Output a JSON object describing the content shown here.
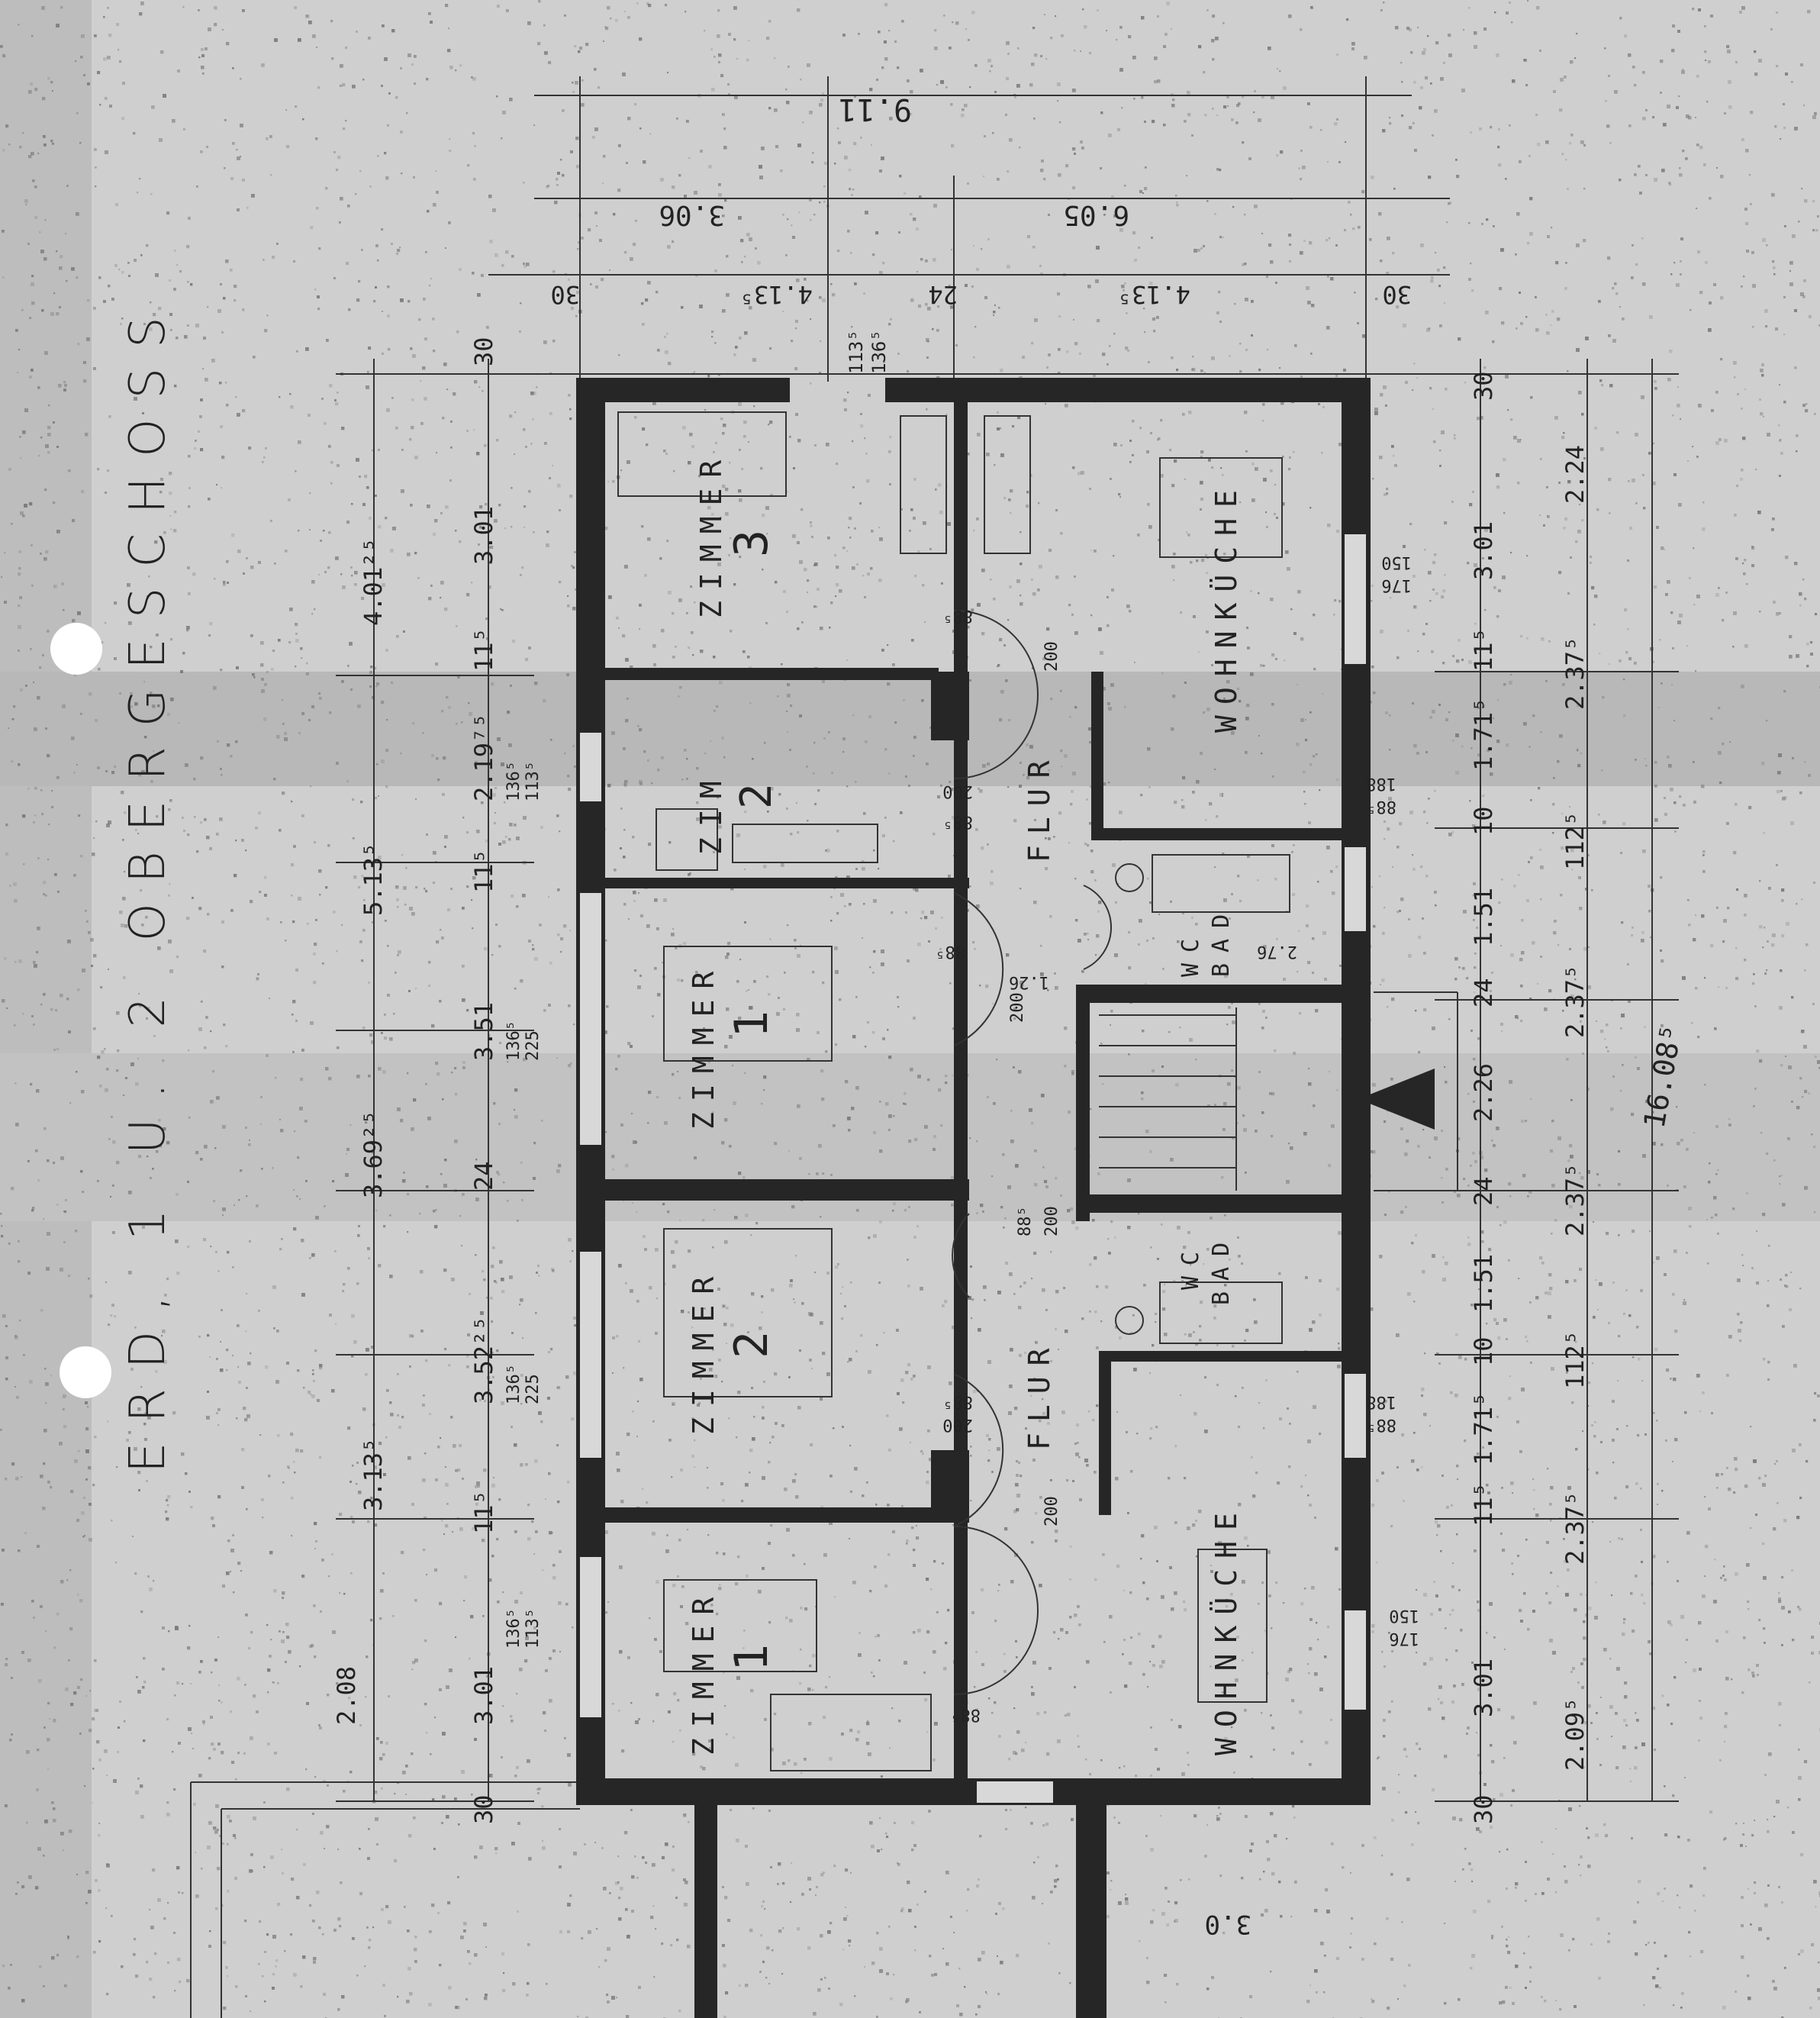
{
  "title": "ERD, 1 U. 2 OBERGESCHOSS",
  "colors": {
    "paper": "#c9c9c9",
    "ink": "#1c1c1c",
    "wall": "#262626",
    "hole": "#ffffff"
  },
  "rooms": {
    "zimmer_top": "ZIMMER",
    "zimmer_top_num": "3",
    "wohnkueche_top": "WOHNKÜCHE",
    "flur_top": "FLUR",
    "zimmer_mid1": "ZIMMER",
    "zimmer_mid1_num": "1",
    "zimmer_mid2": "ZIMMER",
    "zimmer_mid2_num": "2",
    "flur_bottom": "FLUR",
    "zimmer_bottom": "ZIMMER",
    "zimmer_bottom_num": "1",
    "wohnkueche_bottom": "WOHNKÜCHE",
    "wc_top": "WC",
    "bad_top": "BAD",
    "wc_bottom": "WC",
    "bad_bottom": "BAD",
    "small_room": "ZIM",
    "small_room_num": "2"
  },
  "dimensions": {
    "top_total": "9.11",
    "top_left": "3.06",
    "top_right": "6.05",
    "top_sub_left": "4.13⁵",
    "top_sub_right": "4.13⁵",
    "top_wall_left": "30",
    "top_wall_mid": "24",
    "top_wall_right": "30",
    "top_small_a": "113⁵",
    "top_small_b": "136⁵",
    "left_outer": [
      "4.01²⁵",
      "5.13⁵",
      "3.69²⁵",
      "3.13⁵",
      "2.08"
    ],
    "left_inner": [
      "30",
      "3.01",
      "11⁵",
      "2.19⁷⁵",
      "11⁵",
      "3.51",
      "24",
      "3.52²⁵",
      "11⁵",
      "3.01",
      "30"
    ],
    "left_inner_small": [
      "113⁵",
      "136⁵",
      "225",
      "136⁵",
      "225",
      "136⁵",
      "113⁵",
      "136⁵"
    ],
    "right_outer_total": "16.08⁵",
    "right_inner": [
      "30",
      "3.01",
      "11⁵",
      "1.71⁵",
      "10",
      "1.51",
      "24",
      "2.26",
      "24",
      "1.51",
      "10",
      "1.71⁵",
      "11⁵",
      "3.01",
      "30"
    ],
    "right_mid": [
      "2.24",
      "2.37⁵",
      "112⁵",
      "2.37⁵",
      "2.37⁵",
      "112⁵",
      "2.37⁵",
      "2.09⁵"
    ],
    "bottom_extra": "3.0",
    "door_labels": [
      "88⁵",
      "200",
      "88⁵",
      "200",
      "88⁵",
      "200",
      "88⁵",
      "200",
      "88⁵",
      "200",
      "88⁵",
      "200"
    ],
    "window_labels": [
      "176",
      "150",
      "176",
      "150",
      "88⁵",
      "188",
      "88⁵",
      "188",
      "2.76",
      "1.26"
    ]
  }
}
